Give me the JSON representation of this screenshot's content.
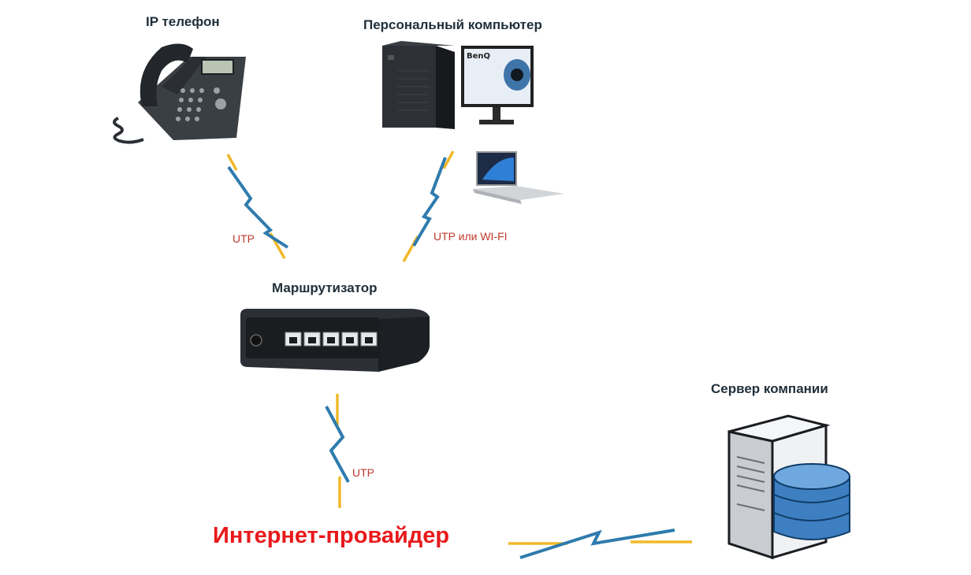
{
  "nodes": {
    "ip_phone": {
      "label": "IP телефон"
    },
    "pc": {
      "label": "Персональный компьютер",
      "monitor_brand": "BenQ"
    },
    "router": {
      "label": "Маршрутизатор"
    },
    "server": {
      "label": "Сервер компании"
    },
    "isp": {
      "label": "Интернет-провайдер"
    }
  },
  "links": {
    "phone_router": {
      "label": "UTP"
    },
    "pc_router": {
      "label": "UTP или WI-FI"
    },
    "router_isp": {
      "label": "UTP"
    }
  },
  "colors": {
    "cable_orange": "#f0b82a",
    "cable_blue": "#2e7bad",
    "isp_red": "#e8191b",
    "link_label": "#c0392b",
    "title": "#1f2f3a"
  }
}
